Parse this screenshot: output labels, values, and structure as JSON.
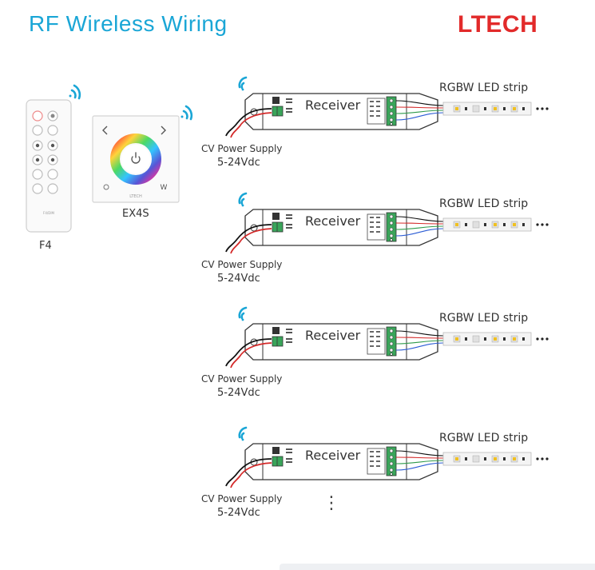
{
  "header": {
    "title": "RF Wireless Wiring",
    "logo": "LTECH"
  },
  "remotes": {
    "f4_label": "F4",
    "f4_model": "F4/DIM",
    "ex4s_label": "EX4S",
    "ex4s_brand": "LTECH",
    "ex4s_w": "W"
  },
  "receivers": [
    {
      "receiver_label": "Receiver",
      "strip_label": "RGBW LED strip",
      "ps_label": "CV Power Supply",
      "ps_voltage": "5-24Vdc"
    },
    {
      "receiver_label": "Receiver",
      "strip_label": "RGBW LED strip",
      "ps_label": "CV Power Supply",
      "ps_voltage": "5-24Vdc"
    },
    {
      "receiver_label": "Receiver",
      "strip_label": "RGBW LED strip",
      "ps_label": "CV Power Supply",
      "ps_voltage": "5-24Vdc"
    },
    {
      "receiver_label": "Receiver",
      "strip_label": "RGBW LED strip",
      "ps_label": "CV Power Supply",
      "ps_voltage": "5-24Vdc"
    }
  ],
  "more_indicator": "⋮",
  "colors": {
    "title": "#1aa6d6",
    "logo": "#e22a2a",
    "wifi": "#1aa6d6",
    "terminal": "#3aa55a"
  },
  "icons": [
    "wifi-signal-icon",
    "power-icon",
    "color-wheel-icon",
    "chevron-left-icon",
    "chevron-right-icon"
  ]
}
